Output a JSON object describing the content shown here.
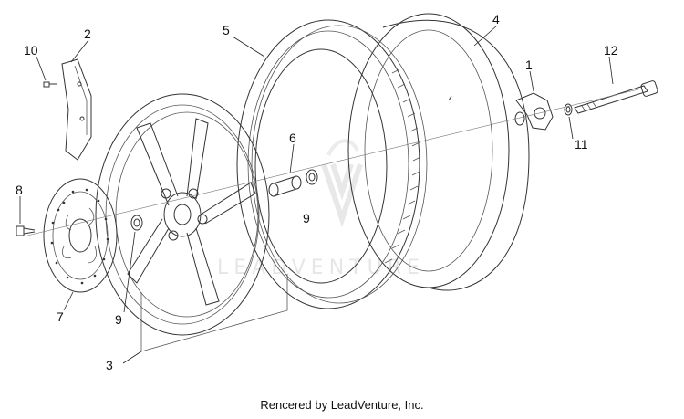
{
  "callouts": {
    "c1": "1",
    "c2": "2",
    "c3": "3",
    "c4": "4",
    "c5": "5",
    "c6": "6",
    "c7": "7",
    "c8": "8",
    "c9a": "9",
    "c9b": "9",
    "c10": "10",
    "c11": "11",
    "c12": "12"
  },
  "watermark": "LEADVENTURE",
  "footer": "Rencered by LeadVenture, Inc.",
  "colors": {
    "line": "#333333",
    "text": "#111111",
    "watermark": "#e6e6e6",
    "background": "#ffffff"
  }
}
